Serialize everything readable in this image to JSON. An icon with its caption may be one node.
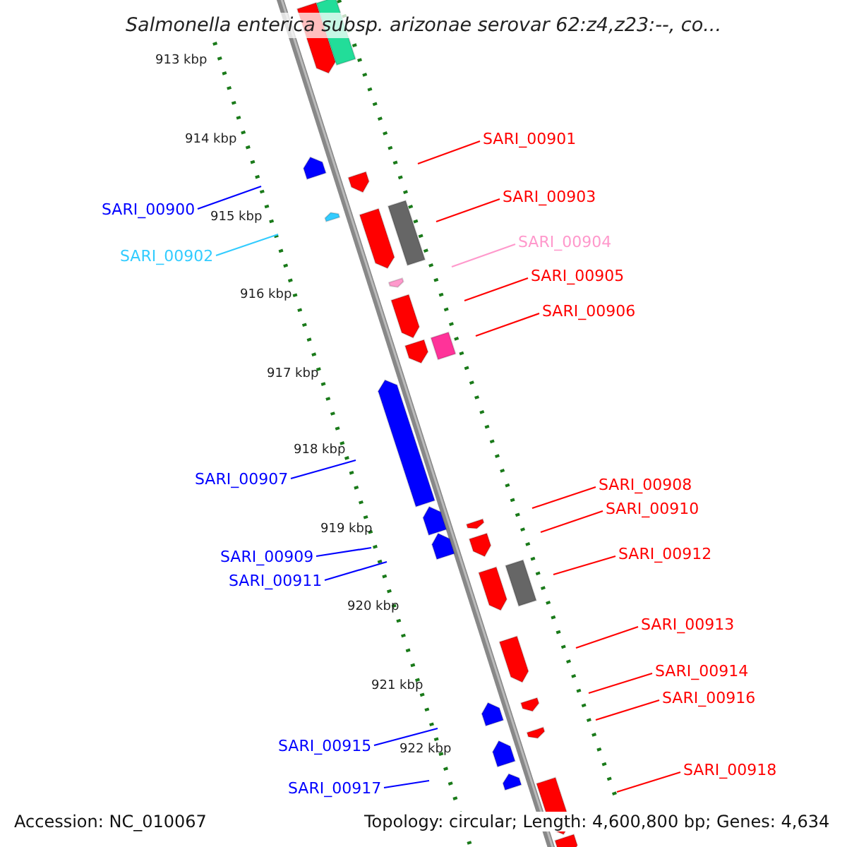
{
  "diagram": {
    "title": "Salmonella enterica subsp. arizonae serovar 62:z4,z23:--, co...",
    "nodes": [
      {
        "text": [
          "SARI_00901"
        ]
      },
      {
        "text": [
          "SARI_00903"
        ]
      },
      {
        "text": [
          "SARI_00900"
        ]
      },
      {
        "text": [
          "SARI_00902"
        ]
      },
      {
        "text": [
          "SARI_00904"
        ]
      },
      {
        "text": [
          "SARI_00905"
        ]
      },
      {
        "text": [
          "SARI_00906"
        ]
      },
      {
        "text": [
          "SARI_00907"
        ]
      },
      {
        "text": [
          "SARI_00908"
        ]
      },
      {
        "text": [
          "SARI_00910"
        ]
      },
      {
        "text": [
          "SARI_00912"
        ]
      },
      {
        "text": [
          "SARI_00909"
        ]
      },
      {
        "text": [
          "SARI_00911"
        ]
      },
      {
        "text": [
          "SARI_00913"
        ]
      },
      {
        "text": [
          "SARI_00914"
        ]
      },
      {
        "text": [
          "SARI_00916"
        ]
      },
      {
        "text": [
          "SARI_00915"
        ]
      },
      {
        "text": [
          "SARI_00918"
        ]
      },
      {
        "text": [
          "SARI_00917"
        ]
      }
    ],
    "edges": [
      {
        "from": 0,
        "to": null,
        "arrow": "none"
      },
      {
        "from": 1,
        "to": null,
        "arrow": "none"
      },
      {
        "from": 2,
        "to": null,
        "arrow": "none",
        "color": "#0000ff"
      },
      {
        "from": 3,
        "to": null,
        "arrow": "none",
        "color": "#33ccff"
      },
      {
        "from": 4,
        "to": null,
        "arrow": "none",
        "color": "#ff99cc"
      },
      {
        "from": 5,
        "to": null,
        "arrow": "none"
      },
      {
        "from": 6,
        "to": null,
        "arrow": "none"
      },
      {
        "from": 7,
        "to": null,
        "arrow": "none",
        "color": "#0000ff"
      },
      {
        "from": 8,
        "to": null,
        "arrow": "none"
      },
      {
        "from": 9,
        "to": null,
        "arrow": "none"
      },
      {
        "from": 10,
        "to": null,
        "arrow": "none"
      },
      {
        "from": 11,
        "to": null,
        "arrow": "none",
        "color": "#0000ff"
      },
      {
        "from": 12,
        "to": null,
        "arrow": "none",
        "color": "#0000ff"
      },
      {
        "from": 13,
        "to": null,
        "arrow": "none"
      },
      {
        "from": 14,
        "to": null,
        "arrow": "none"
      },
      {
        "from": 15,
        "to": null,
        "arrow": "none"
      },
      {
        "from": 16,
        "to": null,
        "arrow": "none",
        "color": "#0000ff"
      },
      {
        "from": 17,
        "to": null,
        "arrow": "none"
      },
      {
        "from": 18,
        "to": null,
        "arrow": "none",
        "color": "#0000ff"
      }
    ],
    "labels": [
      "913 kbp",
      "914 kbp",
      "915 kbp",
      "916 kbp",
      "917 kbp",
      "918 kbp",
      "919 kbp",
      "920 kbp",
      "921 kbp",
      "922 kbp",
      "Accession: NC_010067",
      "Topology: circular; Length: 4,600,800 bp; Genes: 4,634"
    ]
  }
}
